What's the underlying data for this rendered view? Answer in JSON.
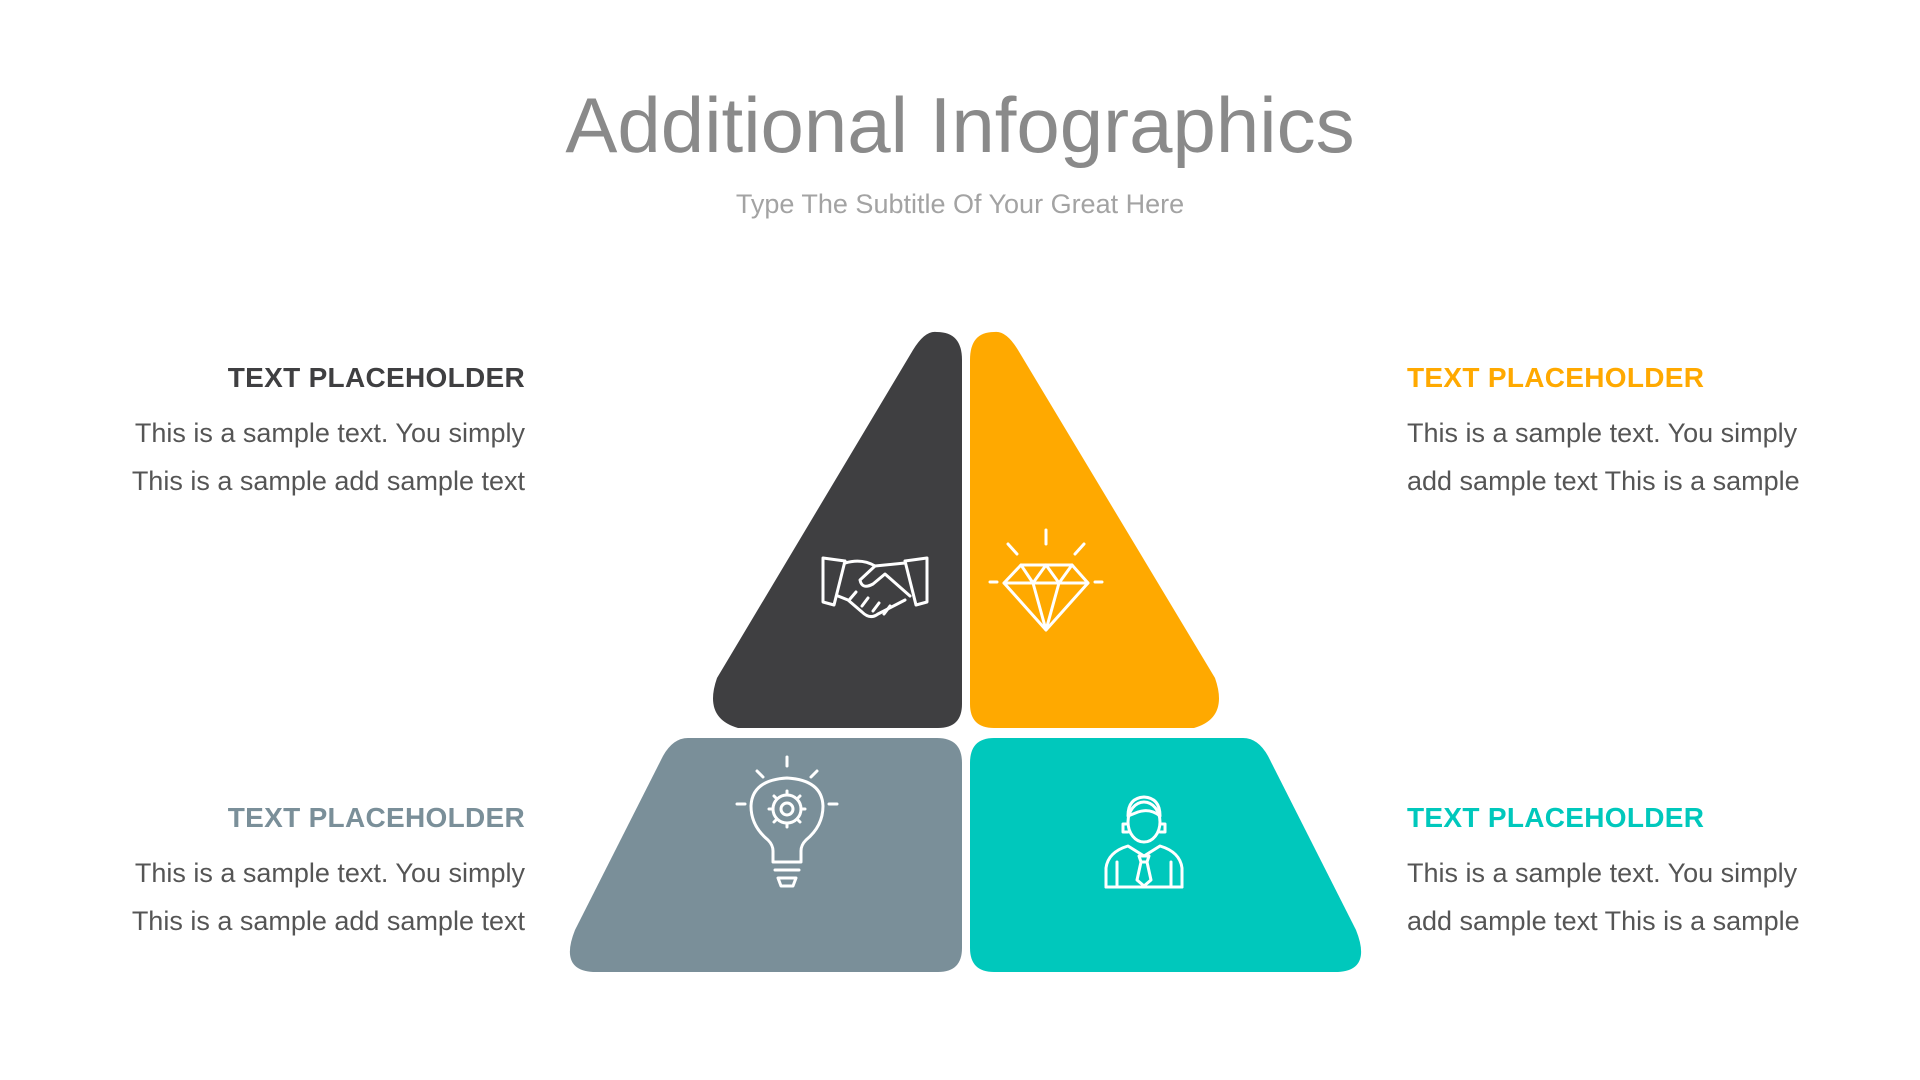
{
  "header": {
    "title": "Additional Infographics",
    "subtitle": "Type The Subtitle Of Your Great Here"
  },
  "colors": {
    "dark": "#3f3f41",
    "orange": "#ffa900",
    "slate": "#7a8f99",
    "teal": "#00c8bc",
    "icon_stroke": "#ffffff"
  },
  "pyramid": {
    "pieces": [
      {
        "position": "top-left",
        "color": "#3f3f41",
        "icon": "handshake-icon"
      },
      {
        "position": "top-right",
        "color": "#ffa900",
        "icon": "diamond-icon"
      },
      {
        "position": "bottom-left",
        "color": "#7a8f99",
        "icon": "lightbulb-gear-icon"
      },
      {
        "position": "bottom-right",
        "color": "#00c8bc",
        "icon": "businessman-icon"
      }
    ]
  },
  "blocks": {
    "top_left": {
      "heading": "TEXT PLACEHOLDER",
      "color": "#3f3f41",
      "lines": [
        "This is a sample text. You simply",
        "This is a sample add sample text"
      ]
    },
    "top_right": {
      "heading": "TEXT PLACEHOLDER",
      "color": "#ffa900",
      "lines": [
        "This is a sample text. You simply",
        "add sample text This is a sample"
      ]
    },
    "bottom_left": {
      "heading": "TEXT PLACEHOLDER",
      "color": "#7a8f99",
      "lines": [
        "This is a sample text. You simply",
        "This is a sample add sample text"
      ]
    },
    "bottom_right": {
      "heading": "TEXT PLACEHOLDER",
      "color": "#00c8bc",
      "lines": [
        "This is a sample text. You simply",
        "add sample text This is a sample"
      ]
    }
  }
}
